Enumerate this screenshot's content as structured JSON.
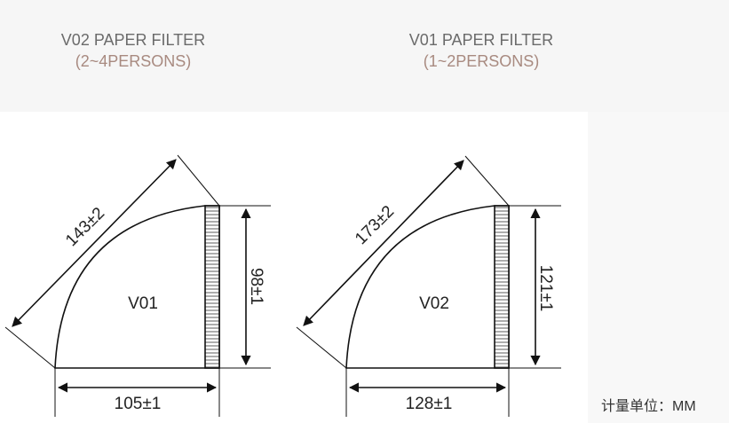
{
  "headers": [
    {
      "name": "V02 PAPER FILTER",
      "capacity": "(2~4PERSONS)"
    },
    {
      "name": "V01 PAPER FILTER",
      "capacity": "(1~2PERSONS)"
    }
  ],
  "diagrams": [
    {
      "model": "V01",
      "slant": "143±2",
      "height": "98±1",
      "width": "105±1"
    },
    {
      "model": "V02",
      "slant": "173±2",
      "height": "121±1",
      "width": "128±1"
    }
  ],
  "unit_label": "计量单位：MM",
  "colors": {
    "title": "#6b6b6b",
    "capacity": "#a88a80",
    "line": "#111111"
  }
}
